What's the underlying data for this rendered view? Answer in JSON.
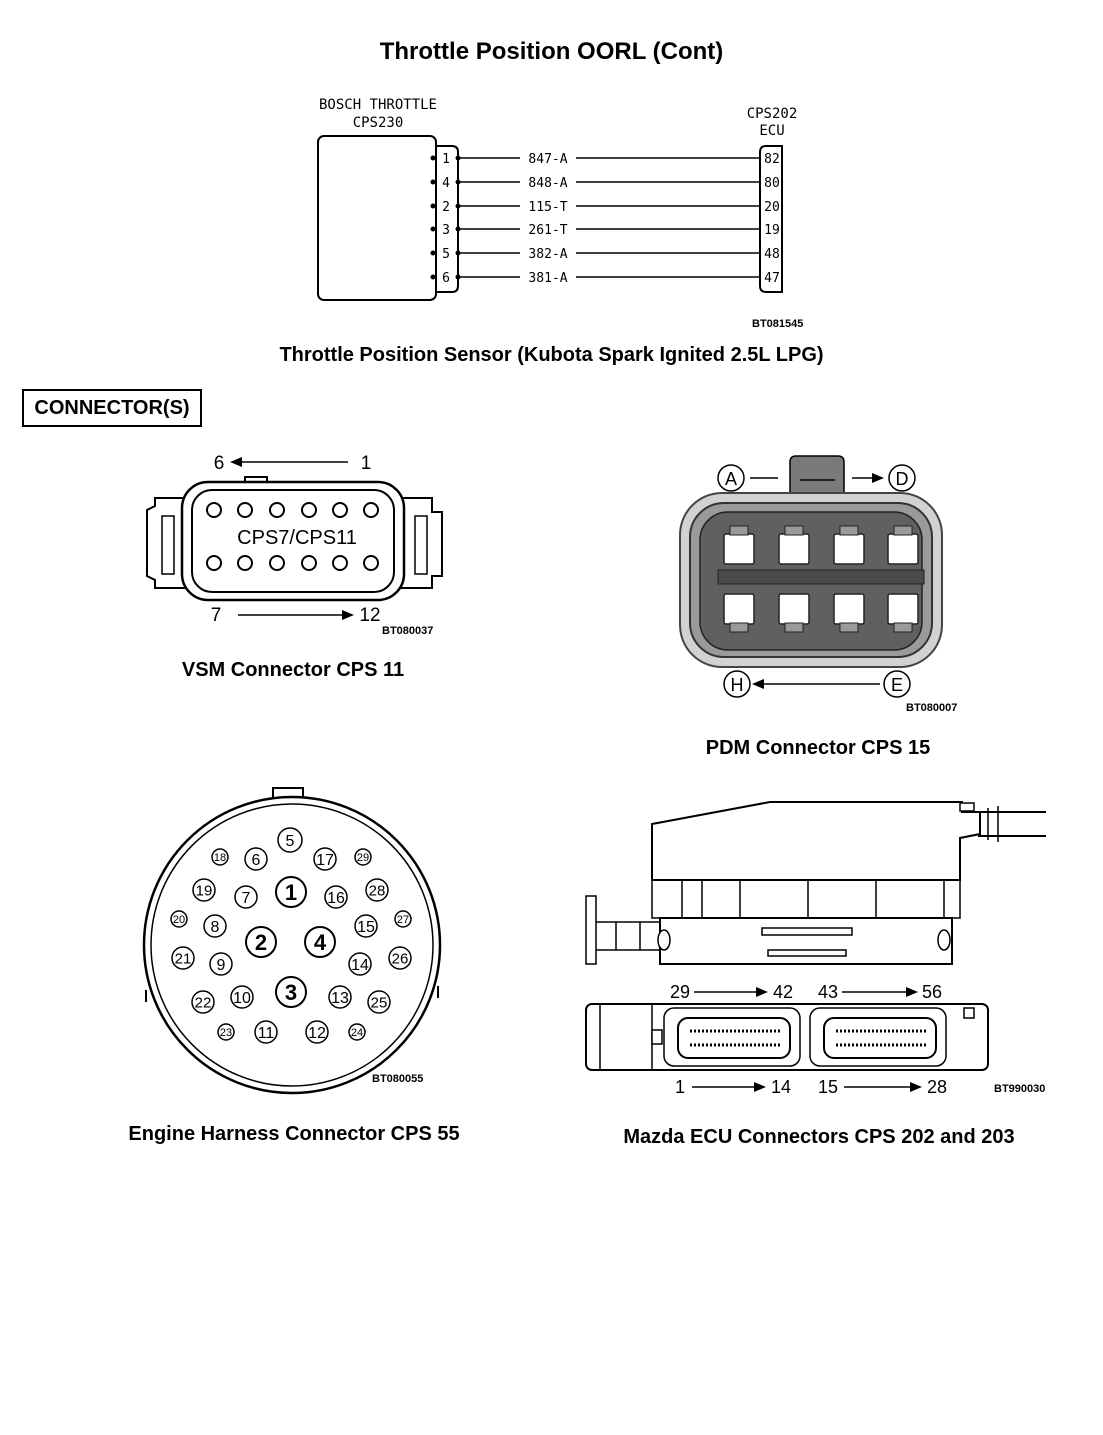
{
  "page": {
    "title": "Throttle Position OORL (Cont)"
  },
  "wiring": {
    "left_component": [
      "BOSCH THROTTLE",
      "CPS230"
    ],
    "right_component": [
      "CPS202",
      "ECU"
    ],
    "wires": [
      {
        "pin": "1",
        "wire": "847-A",
        "ecu_pin": "82"
      },
      {
        "pin": "4",
        "wire": "848-A",
        "ecu_pin": "80"
      },
      {
        "pin": "2",
        "wire": "115-T",
        "ecu_pin": "20"
      },
      {
        "pin": "3",
        "wire": "261-T",
        "ecu_pin": "19"
      },
      {
        "pin": "5",
        "wire": "382-A",
        "ecu_pin": "48"
      },
      {
        "pin": "6",
        "wire": "381-A",
        "ecu_pin": "47"
      }
    ],
    "figure_id": "BT081545",
    "caption": "Throttle Position Sensor (Kubota Spark Ignited 2.5L LPG)"
  },
  "connectors_label": "CONNECTOR(S)",
  "vsm": {
    "top_left": "6",
    "top_right": "1",
    "bottom_left": "7",
    "bottom_right": "12",
    "body_text": "CPS7/CPS11",
    "figure_id": "BT080037",
    "caption": "VSM Connector CPS 11"
  },
  "pdm": {
    "label_a": "A",
    "label_d": "D",
    "label_h": "H",
    "label_e": "E",
    "figure_id": "BT080007",
    "caption": "PDM Connector CPS 15"
  },
  "engine": {
    "pins": [
      "1",
      "2",
      "3",
      "4",
      "5",
      "6",
      "7",
      "8",
      "9",
      "10",
      "11",
      "12",
      "13",
      "14",
      "15",
      "16",
      "17",
      "18",
      "19",
      "20",
      "21",
      "22",
      "23",
      "24",
      "25",
      "26",
      "27",
      "28",
      "29"
    ],
    "figure_id": "BT080055",
    "caption": "Engine Harness Connector CPS 55"
  },
  "mazda": {
    "range_top_left": [
      "29",
      "42"
    ],
    "range_top_right": [
      "43",
      "56"
    ],
    "range_bottom_left": [
      "1",
      "14"
    ],
    "range_bottom_right": [
      "15",
      "28"
    ],
    "figure_id": "BT990030",
    "caption": "Mazda ECU Connectors CPS 202 and 203"
  }
}
